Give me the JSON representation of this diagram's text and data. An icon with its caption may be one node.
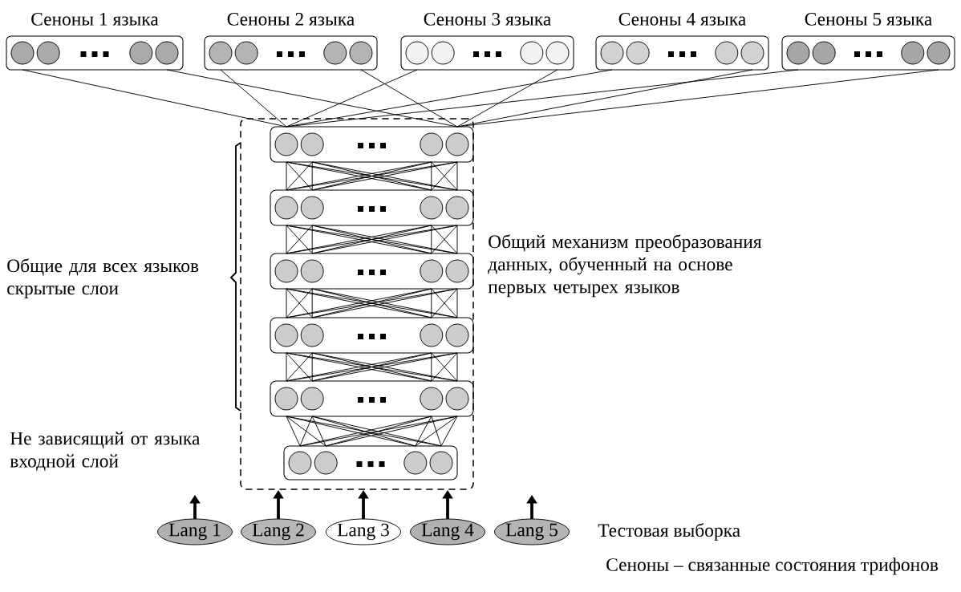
{
  "diagram": {
    "nodes": [
      {
        "text": [
          "Сеноны 1 языка"
        ]
      },
      {
        "text": [
          "Сеноны 2 языка"
        ]
      },
      {
        "text": [
          "Сеноны 3 языка"
        ]
      },
      {
        "text": [
          "Сеноны 4 языка"
        ]
      },
      {
        "text": [
          "Сеноны 5 языка"
        ]
      },
      {
        "text": [],
        "shape": "box",
        "beside": [
          "Общий механизм преобразования данных, обученный на основе первых четырех языков"
        ]
      },
      {
        "text": [],
        "shape": "box",
        "in": 5
      },
      {
        "text": [],
        "shape": "box",
        "in": 5
      },
      {
        "text": [],
        "shape": "box",
        "in": 5
      },
      {
        "text": [],
        "shape": "box",
        "in": 5
      },
      {
        "text": [],
        "shape": "box",
        "in": 5
      },
      {
        "text": [],
        "shape": "box",
        "in": 5
      },
      {
        "text": [
          "Lang 1"
        ]
      },
      {
        "text": [
          "Lang 2"
        ]
      },
      {
        "text": [
          "Lang 3"
        ]
      },
      {
        "text": [
          "Lang 4"
        ]
      },
      {
        "text": [
          "Lang 5"
        ]
      }
    ],
    "edges": [
      {
        "from": 0,
        "to": 6,
        "arrow": "none"
      },
      {
        "from": 0,
        "to": 6,
        "arrow": "none"
      },
      {
        "from": 1,
        "to": 6,
        "arrow": "none"
      },
      {
        "from": 1,
        "to": 6,
        "arrow": "none"
      },
      {
        "from": 2,
        "to": 6,
        "arrow": "none"
      },
      {
        "from": 2,
        "to": 6,
        "arrow": "none"
      },
      {
        "from": 3,
        "to": 6,
        "arrow": "none"
      },
      {
        "from": 3,
        "to": 6,
        "arrow": "none"
      },
      {
        "from": 4,
        "to": 6,
        "arrow": "none"
      },
      {
        "from": 4,
        "to": 6,
        "arrow": "none"
      },
      {
        "from": 6,
        "to": 7,
        "arrow": "none"
      },
      {
        "from": 7,
        "to": 8,
        "arrow": "none"
      },
      {
        "from": 8,
        "to": 9,
        "arrow": "none"
      },
      {
        "from": 9,
        "to": 10,
        "arrow": "none"
      },
      {
        "from": 10,
        "to": 11,
        "arrow": "none"
      },
      {
        "from": 12,
        "to": null,
        "arrow": "to",
        "style": "thick"
      },
      {
        "from": 13,
        "to": 5,
        "arrow": "to",
        "style": "thick"
      },
      {
        "from": 14,
        "to": 5,
        "arrow": "to",
        "style": "thick"
      },
      {
        "from": 15,
        "to": 5,
        "arrow": "to",
        "style": "thick"
      },
      {
        "from": 16,
        "to": null,
        "arrow": "to",
        "style": "thick"
      }
    ],
    "labels": [
      "Общие для всех языков скрытые слои",
      "Не зависящий от языка входной слой",
      "Тестовая выборка",
      "Сеноны – связанные состояния трифонов"
    ]
  }
}
